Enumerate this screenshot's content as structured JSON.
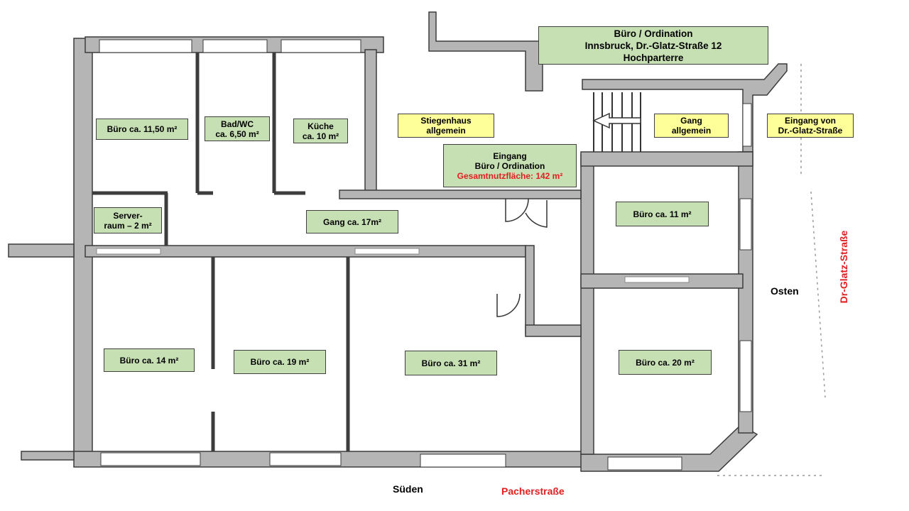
{
  "header": {
    "line1": "Büro / Ordination",
    "line2": "Innsbruck, Dr.-Glatz-Straße 12",
    "line3": "Hochparterre"
  },
  "rooms": {
    "buero_1150": "Büro ca. 11,50 m²",
    "bad_line1": "Bad/WC",
    "bad_line2": "ca. 6,50 m²",
    "kueche_line1": "Küche",
    "kueche_line2": "ca. 10 m²",
    "server_line1": "Server-",
    "server_line2": "raum – 2 m²",
    "gang": "Gang ca. 17m²",
    "buero_11": "Büro ca. 11 m²",
    "buero_14": "Büro ca. 14 m²",
    "buero_19": "Büro ca. 19 m²",
    "buero_31": "Büro ca. 31 m²",
    "buero_20": "Büro ca. 20 m²"
  },
  "entrance": {
    "line1": "Eingang",
    "line2": "Büro / Ordination",
    "total_area": "Gesamtnutzfläche: 142 m²"
  },
  "common": {
    "stiegenhaus_line1": "Stiegenhaus",
    "stiegenhaus_line2": "allgemein",
    "gang_line1": "Gang",
    "gang_line2": "allgemein",
    "eingang_line1": "Eingang von",
    "eingang_line2": "Dr.-Glatz-Straße"
  },
  "orientation": {
    "east": "Osten",
    "south": "Süden",
    "street_east": "Dr-Glatz-Straße",
    "street_south": "Pacherstraße"
  },
  "colors": {
    "room_label": "#c6e0b4",
    "common_label": "#ffff99",
    "street_text": "#e02020",
    "wall": "#b5b5b5"
  }
}
